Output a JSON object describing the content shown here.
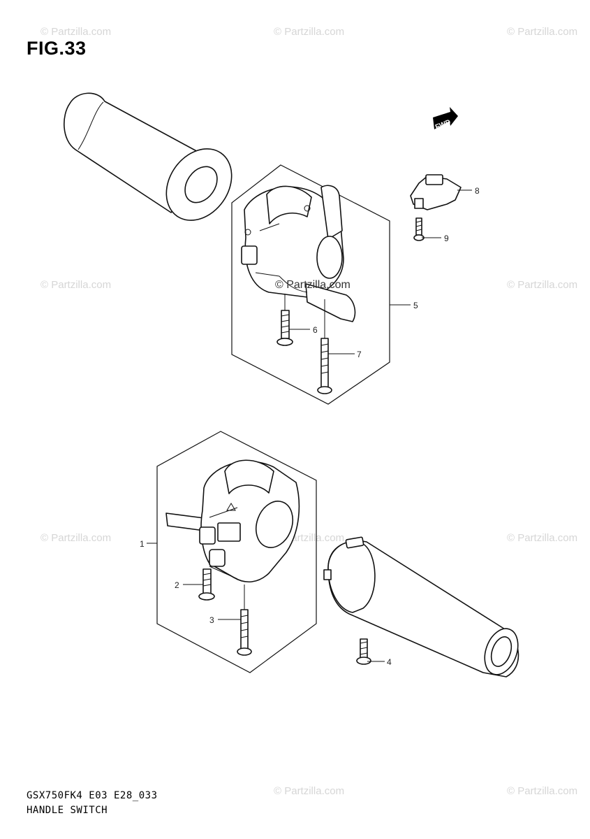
{
  "figure": {
    "title": "FIG.33",
    "model_code": "GSX750FK4 E03 E28_033",
    "caption": "HANDLE SWITCH"
  },
  "watermark": {
    "text": "© Partzilla.com",
    "center_text": "© Partzilla.com"
  },
  "fwd_label": "FWD",
  "callouts": [
    "1",
    "2",
    "3",
    "4",
    "5",
    "6",
    "7",
    "8",
    "9"
  ]
}
